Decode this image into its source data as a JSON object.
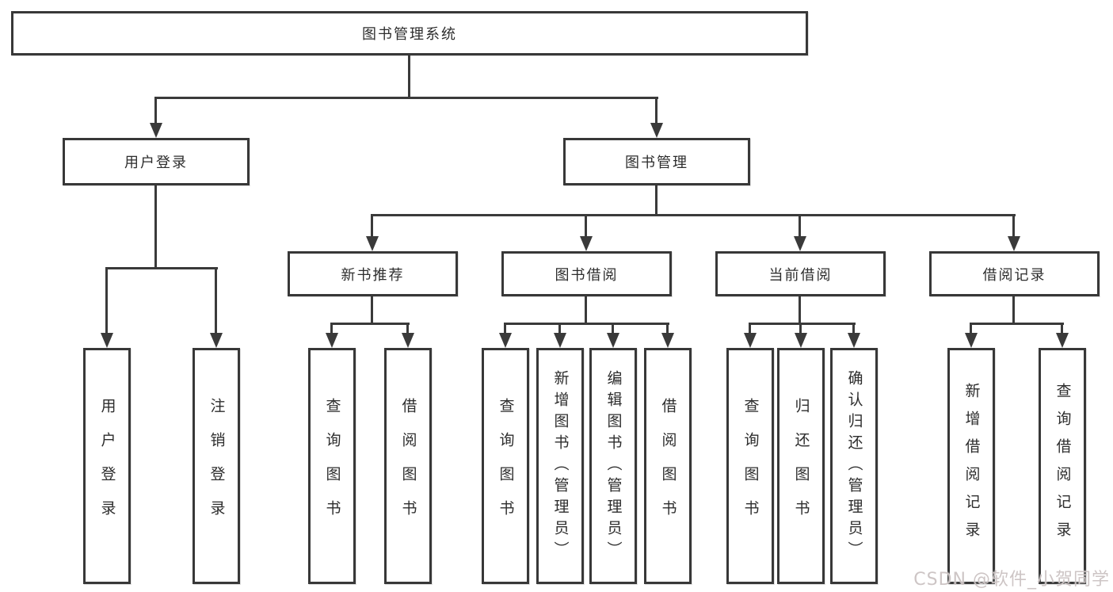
{
  "tree": {
    "label": "图书管理系统",
    "children": [
      {
        "label": "用户登录",
        "children": [
          {
            "label": "用户登录"
          },
          {
            "label": "注销登录"
          }
        ]
      },
      {
        "label": "图书管理",
        "children": [
          {
            "label": "新书推荐",
            "children": [
              {
                "label": "查询图书"
              },
              {
                "label": "借阅图书"
              }
            ]
          },
          {
            "label": "图书借阅",
            "children": [
              {
                "label": "查询图书"
              },
              {
                "label": "新增图书（管理员）"
              },
              {
                "label": "编辑图书（管理员）"
              },
              {
                "label": "借阅图书"
              }
            ]
          },
          {
            "label": "当前借阅",
            "children": [
              {
                "label": "查询图书"
              },
              {
                "label": "归还图书"
              },
              {
                "label": "确认归还（管理员）"
              }
            ]
          },
          {
            "label": "借阅记录",
            "children": [
              {
                "label": "新增借阅记录"
              },
              {
                "label": "查询借阅记录"
              }
            ]
          }
        ]
      }
    ]
  },
  "watermark": {
    "text": "CSDN @软件_小贺同学",
    "color": "#cac2c2"
  },
  "colors": {
    "line": "#3a3a3a",
    "box_border": "#383838",
    "text": "#2d2d2d",
    "background": "#ffffff"
  }
}
